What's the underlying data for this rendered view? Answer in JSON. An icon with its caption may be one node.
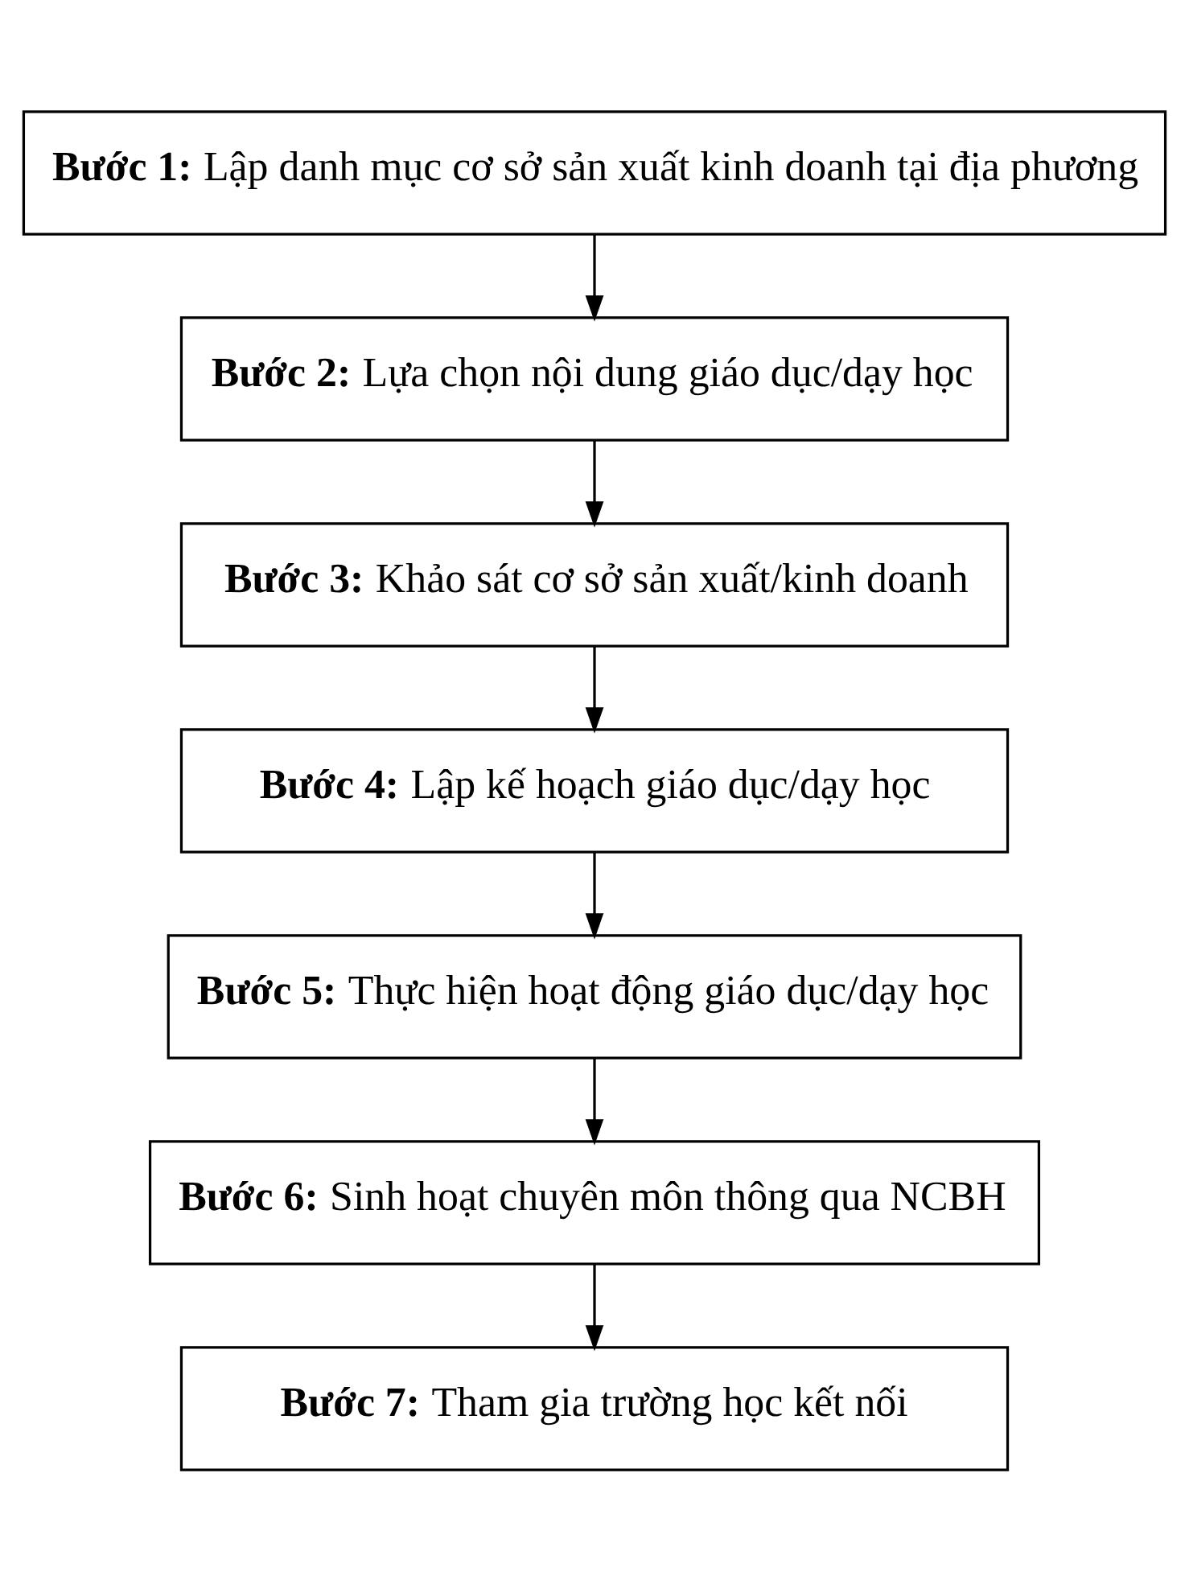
{
  "diagram": {
    "nodes": [
      {
        "text": [
          "**Bước 1:** Lập danh mục cơ sở sản xuất kinh doanh tại địa phương"
        ]
      },
      {
        "text": [
          "**Bước 2:** Lựa chọn nội dung giáo dục/dạy học"
        ]
      },
      {
        "text": [
          "**Bước 3:** Khảo sát cơ sở sản xuất/kinh doanh"
        ]
      },
      {
        "text": [
          "**Bước 4:** Lập kế hoạch giáo dục/dạy học"
        ]
      },
      {
        "text": [
          "**Bước 5:** Thực hiện hoạt động giáo dục/dạy học"
        ]
      },
      {
        "text": [
          "**Bước 6:** Sinh hoạt chuyên môn thông qua NCBH"
        ]
      },
      {
        "text": [
          "**Bước 7:** Tham gia trường học kết nối"
        ]
      }
    ],
    "edges": [
      {
        "from": 0,
        "to": 1,
        "arrow": "to"
      },
      {
        "from": 1,
        "to": 2,
        "arrow": "to"
      },
      {
        "from": 2,
        "to": 3,
        "arrow": "to"
      },
      {
        "from": 3,
        "to": 4,
        "arrow": "to"
      },
      {
        "from": 4,
        "to": 5,
        "arrow": "to"
      },
      {
        "from": 5,
        "to": 6,
        "arrow": "to"
      }
    ]
  }
}
